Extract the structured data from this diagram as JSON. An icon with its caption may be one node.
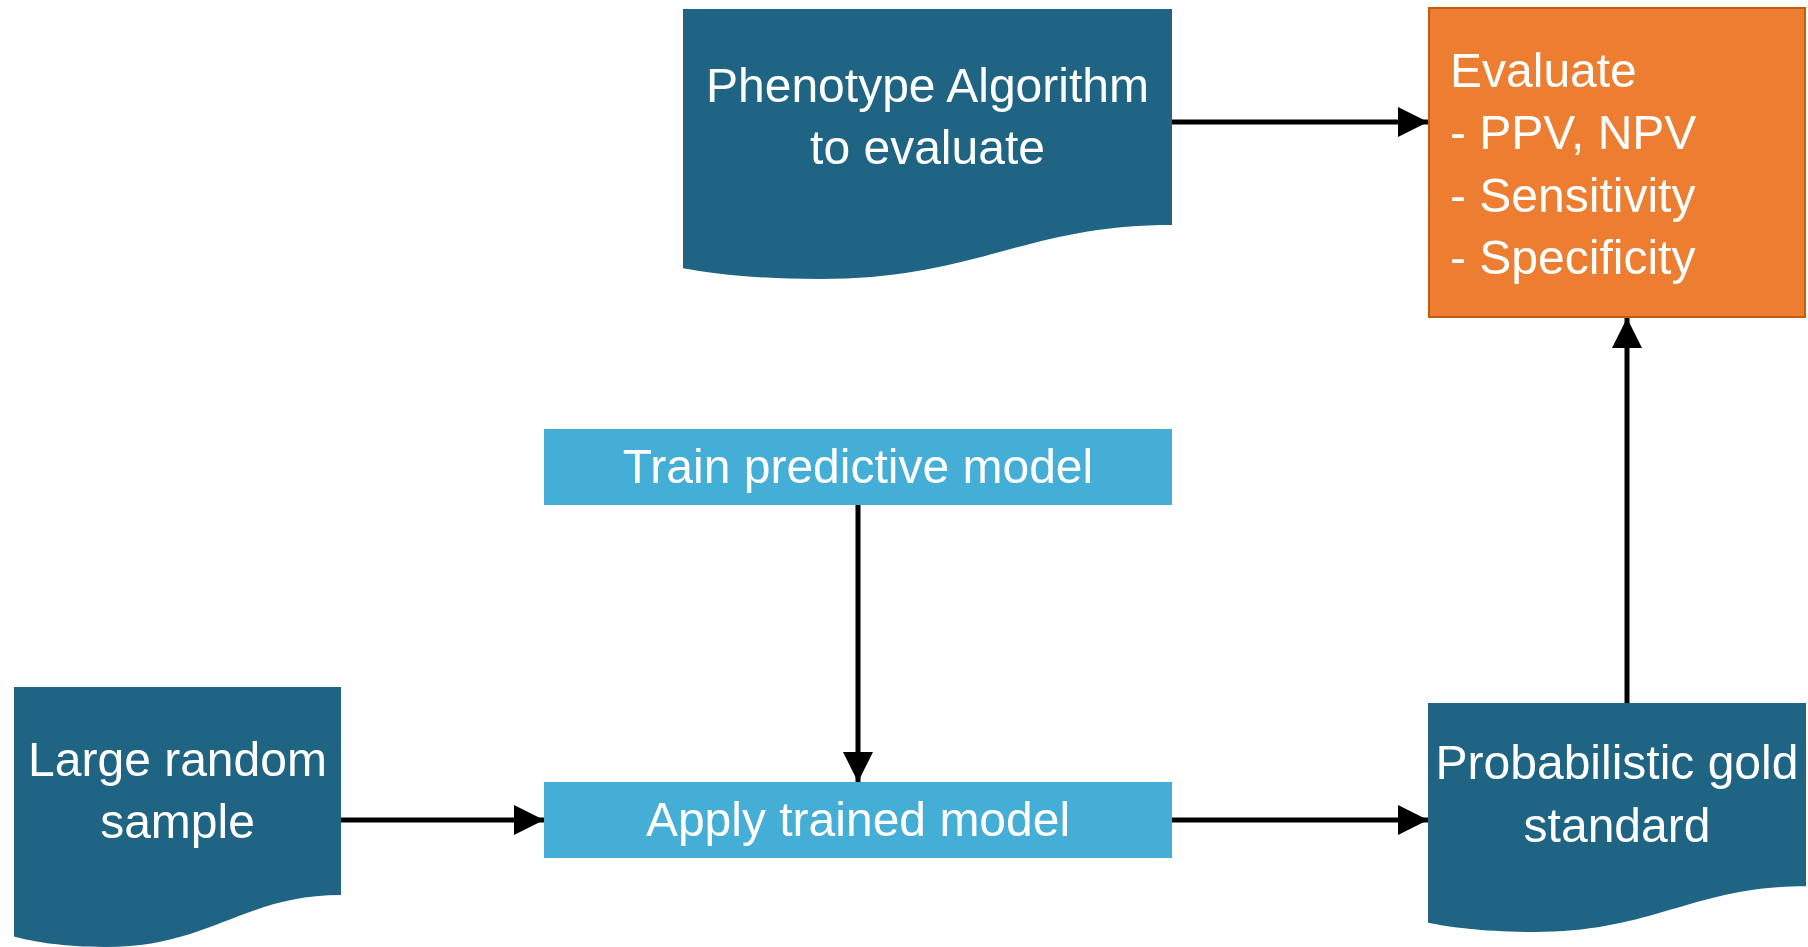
{
  "diagram": {
    "nodes": [
      {
        "text": [
          "Phenotype Algorithm to evaluate"
        ]
      },
      {
        "text": [
          "Evaluate",
          "- PPV, NPV",
          "- Sensitivity",
          "- Specificity"
        ]
      },
      {
        "text": [
          "Train predictive model"
        ]
      },
      {
        "text": [
          "Large random sample"
        ]
      },
      {
        "text": [
          "Apply trained model"
        ]
      },
      {
        "text": [
          "Probabilistic gold standard"
        ]
      }
    ],
    "edges": [
      {
        "from": 0,
        "to": 1,
        "arrow": "to"
      },
      {
        "from": 2,
        "to": 4,
        "arrow": "to"
      },
      {
        "from": 3,
        "to": 4,
        "arrow": "to"
      },
      {
        "from": 4,
        "to": 5,
        "arrow": "to"
      },
      {
        "from": 5,
        "to": 1,
        "arrow": "to"
      }
    ]
  }
}
